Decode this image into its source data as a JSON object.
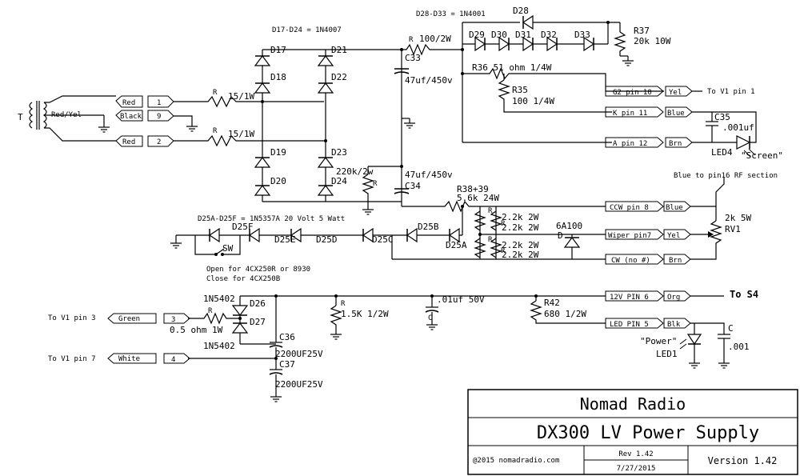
{
  "labels": {
    "dnote1": "D17-D24 = 1N4007",
    "dnote2": "D28-D33 = 1N4001",
    "dnote3": "D25A-D25F = 1N5357A 20 Volt 5 Watt",
    "t": "T",
    "tcol": "Red/Yel",
    "r_in1": "R",
    "r_in1v": "15/1W",
    "r_in2": "R",
    "r_in2v": "15/1W",
    "d17": "D17",
    "d18": "D18",
    "d19": "D19",
    "d20": "D20",
    "d21": "D21",
    "d22": "D22",
    "d23": "D23",
    "d24": "D24",
    "r_top": "R",
    "r_topv": "100/2W",
    "c33": "C33",
    "c33v": "47uf/450v",
    "d28": "D28",
    "d29": "D29",
    "d30": "D30",
    "d31": "D31",
    "d32": "D32",
    "d33": "D33",
    "r37": "R37",
    "r37v": "20k 10W",
    "r36": "R36 51 ohm 1/4W",
    "r35": "R35",
    "r35v": "100 1/4W",
    "r_bl": "220k/2w",
    "r_blR": "R",
    "c34v": "47uf/450v",
    "c34": "C34",
    "r3839": "R38+39",
    "r3839v": "5.6k 24W",
    "r_a1": "R",
    "r_a1v": "2.2k 2W",
    "r_a2": "R",
    "r_a2v": "2.2k 2W",
    "r_b1": "R",
    "r_b1v": "2.2k 2W",
    "r_b2": "R",
    "r_b2v": "2.2k 2W",
    "d6a100": "6A100",
    "d_small": "D",
    "d25a": "D25A",
    "d25b": "D25B",
    "d25c": "D25C",
    "d25d": "D25D",
    "d25e": "D25E",
    "d25f": "D25F",
    "sw": "SW",
    "open": "Open for 4CX250R or 8930",
    "close": "Close for 4CX250B",
    "bluenote": "Blue to pin16 RF section",
    "rv1a": "2k 5W",
    "rv1b": "RV1",
    "c35": "C35",
    "c35v": ".001uf",
    "led4": "LED4",
    "screen": "\"Screen\"",
    "tov1p1": "To V1 pin 1",
    "d26": "D26",
    "d27": "D27",
    "n5402a": "1N5402",
    "n5402b": "1N5402",
    "r_low": "R",
    "r_lowv": "0.5 ohm 1W",
    "c36": "C36",
    "c36v": "2200UF25V",
    "c37": "C37",
    "c37v": "2200UF25V",
    "r15": "R",
    "r15v": "1.5K 1/2W",
    "c01": ".01uf 50V",
    "c01c": "C",
    "r42": "R42",
    "r42v": "680 1/2W",
    "power": "\"Power\"",
    "led1": "LED1",
    "cled": "C",
    "cledv": ".001",
    "tos4": "To S4",
    "tov1p3": "To V1 pin 3",
    "tov1p7": "To V1 pin 7"
  },
  "connectors": {
    "left": [
      {
        "wire": "Red",
        "pin": "1"
      },
      {
        "wire": "Black",
        "pin": "9"
      },
      {
        "wire": "Red",
        "pin": "2"
      },
      {
        "wire": "Green",
        "pin": "3"
      },
      {
        "wire": "White",
        "pin": "4"
      }
    ],
    "right": [
      {
        "pin": "G2 pin 10",
        "wire": "Yel"
      },
      {
        "pin": "K pin 11",
        "wire": "Blue"
      },
      {
        "pin": "A pin 12",
        "wire": "Brn"
      },
      {
        "pin": "CCW pin 8",
        "wire": "Blue"
      },
      {
        "pin": "Wiper pin7",
        "wire": "Yel"
      },
      {
        "pin": "CW (no #)",
        "wire": "Brn"
      },
      {
        "pin": "12V PIN 6",
        "wire": "Org"
      },
      {
        "pin": "LED PIN 5",
        "wire": "Blk"
      }
    ]
  },
  "titleblock": {
    "company": "Nomad Radio",
    "title": "DX300 LV Power Supply",
    "copyright": "@2015 nomadradio.com",
    "rev": "Rev 1.42",
    "date": "7/27/2015",
    "version": "Version 1.42"
  }
}
